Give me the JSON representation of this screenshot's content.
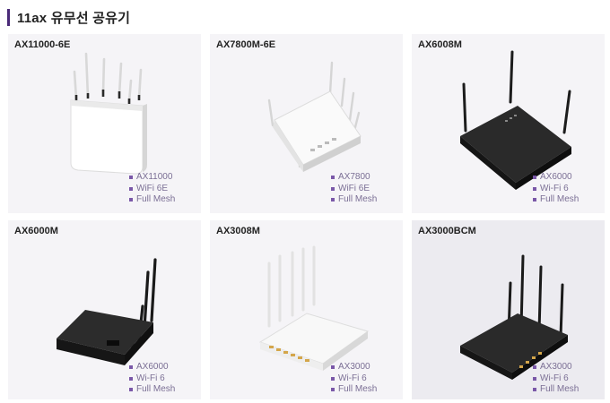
{
  "header": {
    "title": "11ax 유무선 공유기"
  },
  "products": [
    {
      "name": "AX11000-6E",
      "features": [
        "AX11000",
        "WiFi 6E",
        "Full Mesh"
      ],
      "icon": "white-tower-router-image"
    },
    {
      "name": "AX7800M-6E",
      "features": [
        "AX7800",
        "WiFi 6E",
        "Full Mesh"
      ],
      "icon": "white-flat-router-image"
    },
    {
      "name": "AX6008M",
      "features": [
        "AX6000",
        "Wi-Fi 6",
        "Full Mesh"
      ],
      "icon": "black-router-image"
    },
    {
      "name": "AX6000M",
      "features": [
        "AX6000",
        "Wi-Fi 6",
        "Full Mesh"
      ],
      "icon": "black-router-image"
    },
    {
      "name": "AX3008M",
      "features": [
        "AX3000",
        "Wi-Fi 6",
        "Full Mesh"
      ],
      "icon": "white-router-image"
    },
    {
      "name": "AX3000BCM",
      "features": [
        "AX3000",
        "Wi-Fi 6",
        "Full Mesh"
      ],
      "icon": "black-router-image"
    }
  ],
  "colors": {
    "accent": "#4a2a78",
    "bullet": "#7a58a8",
    "card_bg": "#f5f4f7",
    "feature_text": "#7b6f95"
  }
}
